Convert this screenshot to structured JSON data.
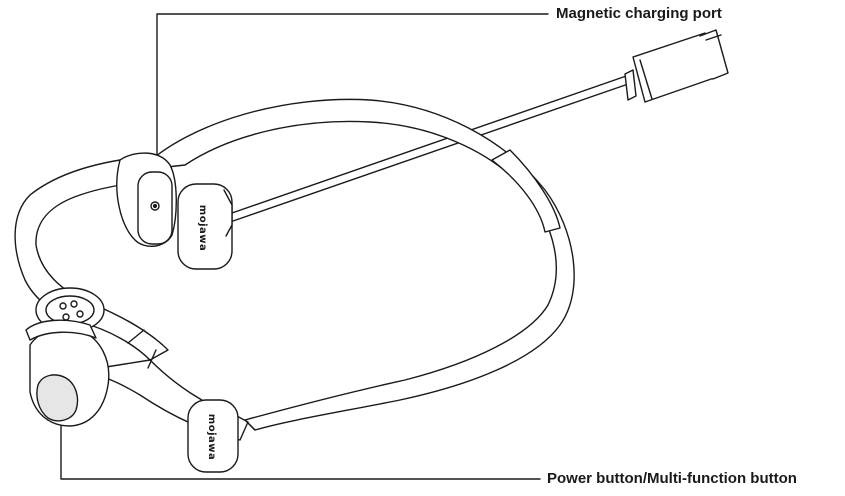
{
  "callouts": {
    "charging_port": "Magnetic charging port",
    "power_button": "Power button/Multi-function button"
  },
  "brand": {
    "upper_pod": "mojawa",
    "lower_pod": "mojawa"
  },
  "colors": {
    "stroke": "#1a1a1a",
    "fill": "#ffffff",
    "shade": "#e6e6e6"
  }
}
